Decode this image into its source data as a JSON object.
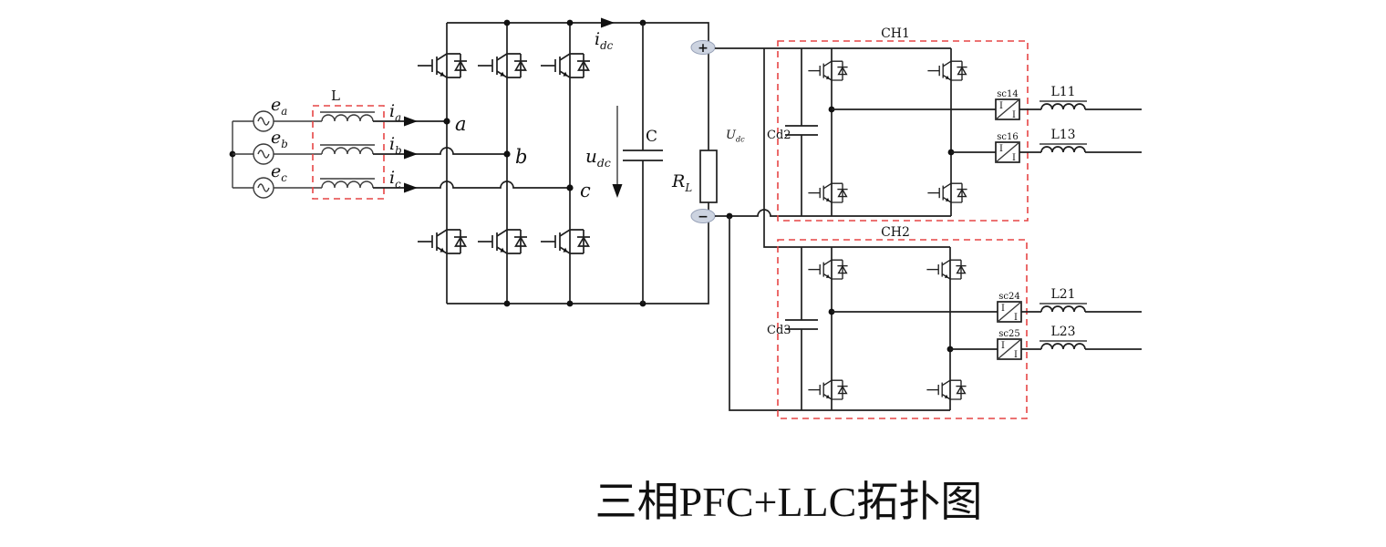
{
  "title": "三相PFC+LLC拓扑图",
  "colors": {
    "wire": "#1f1f1f",
    "dashed_box": "#e64545",
    "terminal_fill": "#ccd3e0",
    "terminal_stroke": "#98a2b8",
    "text": "#111111"
  },
  "sources": [
    {
      "label": "e",
      "sub": "a"
    },
    {
      "label": "e",
      "sub": "b"
    },
    {
      "label": "e",
      "sub": "c"
    }
  ],
  "filter": {
    "label": "L"
  },
  "currents": [
    {
      "label": "i",
      "sub": "a"
    },
    {
      "label": "i",
      "sub": "b"
    },
    {
      "label": "i",
      "sub": "c"
    }
  ],
  "bridge": {
    "nodes": [
      "a",
      "b",
      "c"
    ]
  },
  "dclink": {
    "idc": {
      "label": "i",
      "sub": "dc"
    },
    "udc": {
      "label": "u",
      "sub": "dc"
    },
    "cap": "C",
    "load": {
      "label": "R",
      "sub": "L"
    },
    "plus": "+",
    "minus": "−",
    "bus": {
      "label": "U",
      "sub": "dc"
    }
  },
  "sensor_letter": "I",
  "modules": [
    {
      "name": "CH1",
      "cap": "Cd2",
      "outputs": [
        {
          "sensor": "sc14",
          "inductor": "L11"
        },
        {
          "sensor": "sc16",
          "inductor": "L13"
        }
      ]
    },
    {
      "name": "CH2",
      "cap": "Cd3",
      "outputs": [
        {
          "sensor": "sc24",
          "inductor": "L21"
        },
        {
          "sensor": "sc25",
          "inductor": "L23"
        }
      ]
    }
  ]
}
